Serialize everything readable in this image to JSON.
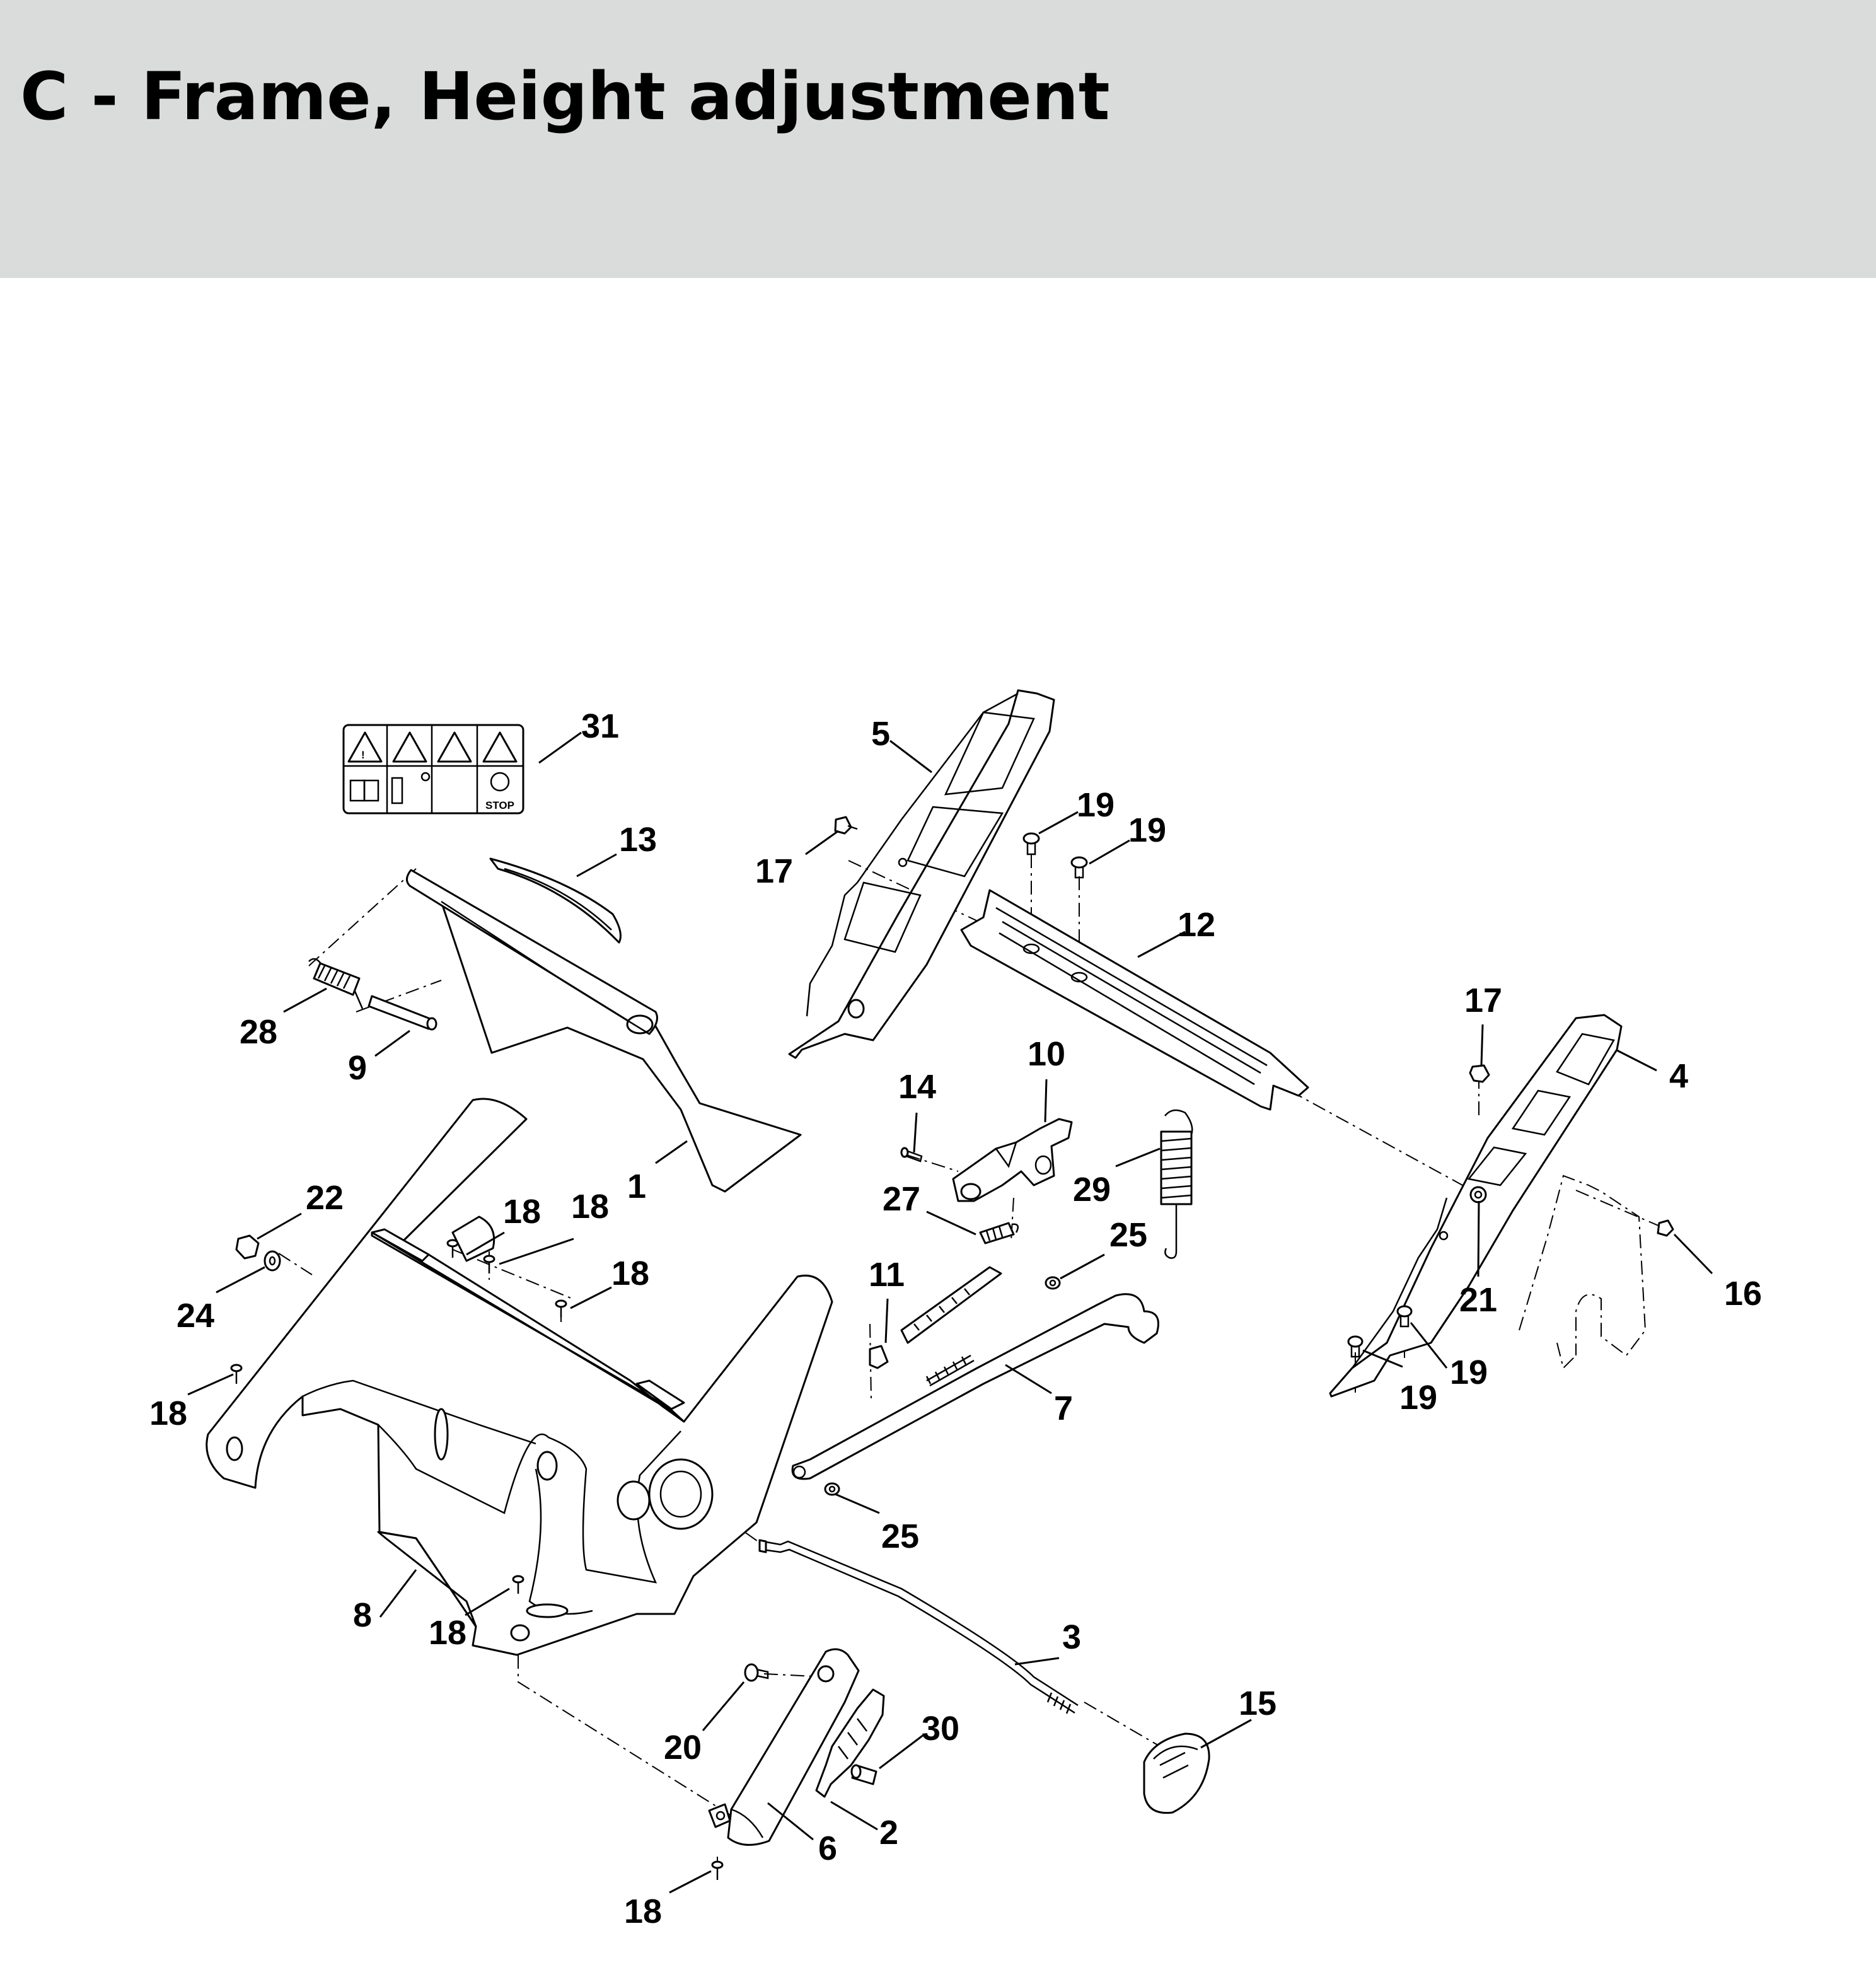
{
  "title": "C - Frame, Height adjustment",
  "colors": {
    "header_background": "#dadbdb",
    "line": "#000000",
    "background": "#ffffff"
  },
  "warning_label": {
    "stop_text": "STOP"
  },
  "callouts": [
    {
      "id": "c31",
      "text": "31"
    },
    {
      "id": "c13",
      "text": "13"
    },
    {
      "id": "c28",
      "text": "28"
    },
    {
      "id": "c9",
      "text": "9"
    },
    {
      "id": "c1",
      "text": "1"
    },
    {
      "id": "c22",
      "text": "22"
    },
    {
      "id": "c24",
      "text": "24"
    },
    {
      "id": "c18a",
      "text": "18"
    },
    {
      "id": "c18b",
      "text": "18"
    },
    {
      "id": "c18c",
      "text": "18"
    },
    {
      "id": "c18d",
      "text": "18"
    },
    {
      "id": "c8",
      "text": "8"
    },
    {
      "id": "c18e",
      "text": "18"
    },
    {
      "id": "c20",
      "text": "20"
    },
    {
      "id": "c6",
      "text": "6"
    },
    {
      "id": "c18f",
      "text": "18"
    },
    {
      "id": "c2",
      "text": "2"
    },
    {
      "id": "c30",
      "text": "30"
    },
    {
      "id": "c3",
      "text": "3"
    },
    {
      "id": "c15",
      "text": "15"
    },
    {
      "id": "c5",
      "text": "5"
    },
    {
      "id": "c17a",
      "text": "17"
    },
    {
      "id": "c19a",
      "text": "19"
    },
    {
      "id": "c19b",
      "text": "19"
    },
    {
      "id": "c12",
      "text": "12"
    },
    {
      "id": "c14",
      "text": "14"
    },
    {
      "id": "c10",
      "text": "10"
    },
    {
      "id": "c27",
      "text": "27"
    },
    {
      "id": "c29",
      "text": "29"
    },
    {
      "id": "c25a",
      "text": "25"
    },
    {
      "id": "c11",
      "text": "11"
    },
    {
      "id": "c7",
      "text": "7"
    },
    {
      "id": "c25b",
      "text": "25"
    },
    {
      "id": "c17b",
      "text": "17"
    },
    {
      "id": "c4",
      "text": "4"
    },
    {
      "id": "c21",
      "text": "21"
    },
    {
      "id": "c16",
      "text": "16"
    },
    {
      "id": "c19c",
      "text": "19"
    },
    {
      "id": "c19d",
      "text": "19"
    }
  ]
}
